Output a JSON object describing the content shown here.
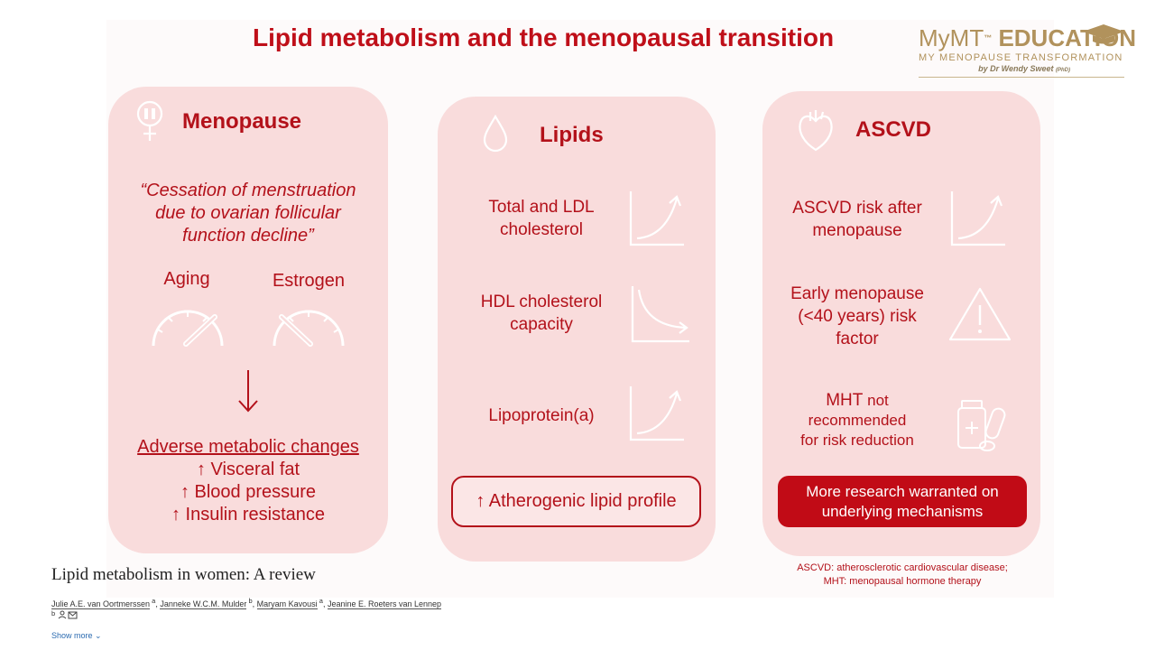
{
  "title": "Lipid metabolism and the menopausal transition",
  "logo": {
    "my": "MyMT",
    "tm": "™",
    "education": "EDUCATION",
    "subtitle": "MY MENOPAUSE TRANSFORMATION",
    "byline": "by Dr Wendy Sweet",
    "phd": "(PhD)"
  },
  "menopause": {
    "heading": "Menopause",
    "quote_1": "“Cessation of menstruation",
    "quote_2": "due to ovarian follicular",
    "quote_3": "function decline”",
    "gauge_aging": "Aging",
    "gauge_estrogen": "Estrogen",
    "adverse_heading": "Adverse metabolic changes",
    "changes": [
      "↑ Visceral fat",
      "↑ Blood pressure",
      "↑ Insulin resistance"
    ]
  },
  "lipids": {
    "heading": "Lipids",
    "item1_a": "Total and LDL",
    "item1_b": "cholesterol",
    "item2_a": "HDL cholesterol",
    "item2_b": "capacity",
    "item3": "Lipoprotein(a)",
    "summary": "↑ Atherogenic lipid profile"
  },
  "ascvd": {
    "heading": "ASCVD",
    "item1_a": "ASCVD risk after",
    "item1_b": "menopause",
    "item2_a": "Early menopause",
    "item2_b": "(<40 years) risk",
    "item2_c": "factor",
    "item3_a": "MHT",
    "item3_a2": " not",
    "item3_b": "recommended",
    "item3_c": "for risk reduction",
    "research_1": "More research warranted on",
    "research_2": "underlying mechanisms",
    "abbr_1": "ASCVD: atherosclerotic cardiovascular disease;",
    "abbr_2": "MHT: menopausal hormone therapy"
  },
  "reference": {
    "title": "Lipid metabolism in women: A review",
    "author1": "Julie A.E. van Oortmerssen",
    "author1_sup": " a",
    "author2": "Janneke W.C.M. Mulder",
    "author2_sup": " b",
    "author3": "Maryam Kavousi",
    "author3_sup": " a",
    "author4": "Jeanine E. Roeters van Lennep",
    "author4_sup": "b",
    "show_more": "Show more"
  },
  "colors": {
    "accent": "#b3111a",
    "panel": "#f9dcdc",
    "gold": "#b1925c"
  }
}
